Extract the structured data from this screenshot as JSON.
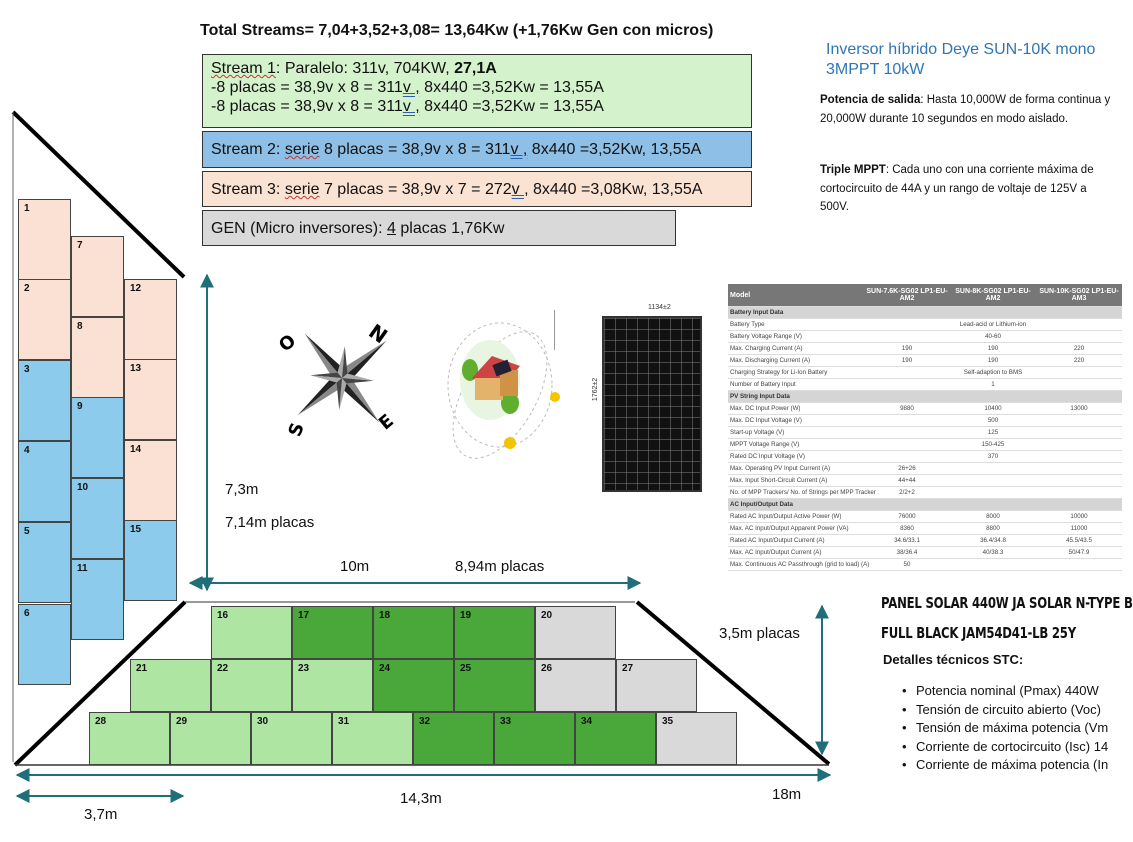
{
  "title": "Total Streams= 7,04+3,52+3,08= 13,64Kw (+1,76Kw Gen con micros)",
  "streams": {
    "s1": {
      "label": "Stream 1",
      "line1": ":  Paralelo: 311v, 704KW, ",
      "line1_bold": "27,1A",
      "line2a": "-8 placas = 38,9v x 8 = 311",
      "line2b": "v ,",
      "line2c": " 8x440 =3,52Kw = 13,55A",
      "line3a": "-8 placas = 38,9v x 8 = 311",
      "line3b": "v ,",
      "line3c": " 8x440 =3,52Kw = 13,55A"
    },
    "s2": {
      "a": "Stream 2:  ",
      "b": "serie",
      "c": " 8 placas = 38,9v x 8 = 311",
      "d": "v ,",
      "e": " 8x440 =3,52Kw, 13,55A"
    },
    "s3": {
      "a": "Stream 3:  ",
      "b": "serie",
      "c": " 7 placas = 38,9v x 7 = 272",
      "d": "v ,",
      "e": " 8x440 =3,08Kw, 13,55A"
    },
    "gen": {
      "a": "GEN (Micro inversores):  ",
      "b": "4",
      "c": " placas 1,76Kw"
    }
  },
  "colors": {
    "stream1": "#d4f2cc",
    "stream2": "#8ebfe6",
    "stream3": "#fbe3d4",
    "gen": "#d9d9d9",
    "arrow": "#1f6f7a"
  },
  "panels": [
    {
      "n": "1",
      "c": "pe"
    },
    {
      "n": "2",
      "c": "pe"
    },
    {
      "n": "3",
      "c": "pb"
    },
    {
      "n": "4",
      "c": "pb"
    },
    {
      "n": "5",
      "c": "pb"
    },
    {
      "n": "6",
      "c": "pb"
    },
    {
      "n": "7",
      "c": "pe"
    },
    {
      "n": "8",
      "c": "pe"
    },
    {
      "n": "9",
      "c": "pb"
    },
    {
      "n": "10",
      "c": "pb"
    },
    {
      "n": "11",
      "c": "pb"
    },
    {
      "n": "12",
      "c": "pe"
    },
    {
      "n": "13",
      "c": "pe"
    },
    {
      "n": "14",
      "c": "pe"
    },
    {
      "n": "15",
      "c": "pb"
    },
    {
      "n": "16",
      "c": "pl"
    },
    {
      "n": "17",
      "c": "pg"
    },
    {
      "n": "18",
      "c": "pg"
    },
    {
      "n": "19",
      "c": "pg"
    },
    {
      "n": "20",
      "c": "pgr"
    },
    {
      "n": "21",
      "c": "pl"
    },
    {
      "n": "22",
      "c": "pl"
    },
    {
      "n": "23",
      "c": "pl"
    },
    {
      "n": "24",
      "c": "pg"
    },
    {
      "n": "25",
      "c": "pg"
    },
    {
      "n": "26",
      "c": "pgr"
    },
    {
      "n": "27",
      "c": "pgr"
    },
    {
      "n": "28",
      "c": "pl"
    },
    {
      "n": "29",
      "c": "pl"
    },
    {
      "n": "30",
      "c": "pl"
    },
    {
      "n": "31",
      "c": "pl"
    },
    {
      "n": "32",
      "c": "pg"
    },
    {
      "n": "33",
      "c": "pg"
    },
    {
      "n": "34",
      "c": "pg"
    },
    {
      "n": "35",
      "c": "pgr"
    }
  ],
  "dims": {
    "h1": "7,3m",
    "h2": "7,14m placas",
    "w1": "10m",
    "w2": "8,94m placas",
    "h3": "3,5m placas",
    "b1": "14,3m",
    "b2": "18m",
    "b3": "3,7m"
  },
  "compass": {
    "n": "N",
    "s": "S",
    "e": "E",
    "o": "O"
  },
  "panel_image": {
    "width_label": "1134±2",
    "height_label": "1762±2"
  },
  "inverter": {
    "title1": "Inversor híbrido Deye SUN-10K mono",
    "title2": "3MPPT 10kW",
    "p1_bold": "Potencia de salida",
    "p1": ": Hasta 10,000W  de forma continua y 20,000W  durante 10 segundos en modo aislado.",
    "p2_bold": "Triple MPPT",
    "p2": ":  Cada uno con una corriente máxima de cortocircuito  de 44A y un rango de voltaje de 125V a 500V."
  },
  "spec_table": {
    "headers": [
      "Model",
      "SUN-7.6K-SG02 LP1-EU-AM2",
      "SUN-8K-SG02 LP1-EU-AM2",
      "SUN-10K-SG02 LP1-EU-AM3"
    ],
    "rows": [
      {
        "sec": "Battery Input Data"
      },
      {
        "k": "Battery Type",
        "span": "Lead-acid or Lithium-ion"
      },
      {
        "k": "Battery Voltage Range (V)",
        "span": "40-60"
      },
      {
        "k": "Max. Charging Current (A)",
        "v": [
          "190",
          "190",
          "220"
        ]
      },
      {
        "k": "Max. Discharging Current (A)",
        "v": [
          "190",
          "190",
          "220"
        ]
      },
      {
        "k": "Charging Strategy for Li-Ion Battery",
        "span": "Self-adaption to BMS"
      },
      {
        "k": "Number of Battery Input",
        "span": "1"
      },
      {
        "sec": "PV String Input Data"
      },
      {
        "k": "Max. DC Input Power (W)",
        "v": [
          "9880",
          "10400",
          "13000"
        ]
      },
      {
        "k": "Max. DC Input Voltage (V)",
        "span": "500"
      },
      {
        "k": "Start-up Voltage (V)",
        "span": "125"
      },
      {
        "k": "MPPT Voltage Range (V)",
        "span": "150-425"
      },
      {
        "k": "Rated DC Input Voltage (V)",
        "span": "370"
      },
      {
        "k": "Max. Operating PV Input Current (A)",
        "v": [
          "26+26",
          "",
          ""
        ]
      },
      {
        "k": "Max. Input Short-Circuit Current (A)",
        "v": [
          "44+44",
          "",
          ""
        ]
      },
      {
        "k": "No. of MPP Trackers/ No. of Strings per MPP Tracker",
        "v": [
          "2/2+2",
          "",
          ""
        ]
      },
      {
        "sec": "AC Input/Output Data"
      },
      {
        "k": "Rated AC Input/Output Active Power (W)",
        "v": [
          "76000",
          "8000",
          "10000"
        ]
      },
      {
        "k": "Max. AC Input/Output Apparent Power (VA)",
        "v": [
          "8360",
          "8800",
          "11000"
        ]
      },
      {
        "k": "Rated AC Input/Output Current (A)",
        "v": [
          "34.6/33.1",
          "36.4/34.8",
          "45.5/43.5"
        ]
      },
      {
        "k": "Max. AC Input/Output Current (A)",
        "v": [
          "38/36.4",
          "40/38.3",
          "50/47.9"
        ]
      },
      {
        "k": "Max. Continuous AC Passthrough (grid to load) (A)",
        "v": [
          "50",
          "",
          ""
        ]
      }
    ]
  },
  "solar_panel": {
    "title1": "PANEL SOLAR 440W JA SOLAR N-TYPE B",
    "title2": "FULL BLACK JAM54D41-LB 25Y",
    "details": "Detalles técnicos STC:",
    "bullets": [
      "Potencia nominal (Pmax) 440W",
      "Tensión de circuito abierto (Voc)",
      "Tensión de máxima potencia (Vm",
      "Corriente de cortocircuito (Isc) 14",
      "Corriente de máxima potencia (In"
    ]
  }
}
